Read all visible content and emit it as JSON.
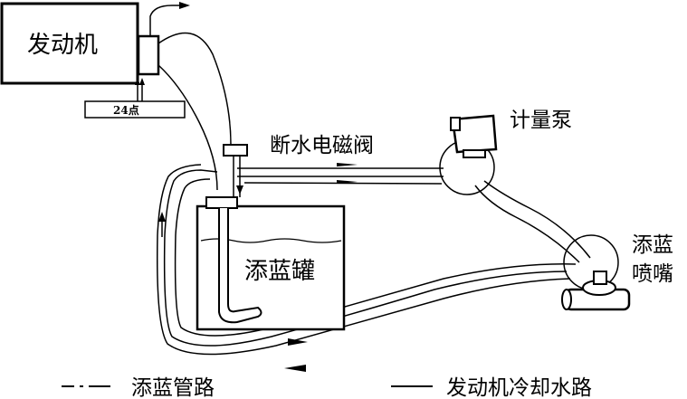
{
  "labels": {
    "engine": "发动机",
    "sensor": "24点",
    "cutoff_valve": "断水电磁阀",
    "metering_pump": "计量泵",
    "tank": "添蓝罐",
    "nozzle_line1": "添蓝",
    "nozzle_line2": "喷嘴"
  },
  "legend": {
    "adblue_line": "添蓝管路",
    "coolant_line": "发动机冷却水路"
  }
}
